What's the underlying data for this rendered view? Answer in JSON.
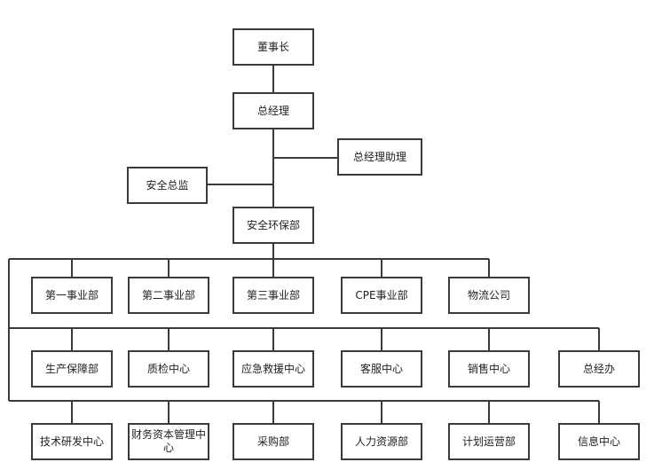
{
  "top": [
    {
      "id": "chairman",
      "label": "董事长"
    },
    {
      "id": "gm",
      "label": "总经理"
    },
    {
      "id": "gm-assistant",
      "label": "总经理助理"
    },
    {
      "id": "safety-director",
      "label": "安全总监"
    },
    {
      "id": "safety-env-dept",
      "label": "安全环保部"
    }
  ],
  "rows": [
    {
      "items": [
        "第一事业部",
        "第二事业部",
        "第三事业部",
        "CPE事业部",
        "物流公司"
      ]
    },
    {
      "items": [
        "生产保障部",
        "质检中心",
        "应急救援中心",
        "客服中心",
        "销售中心",
        "总经办"
      ]
    },
    {
      "items": [
        "技术研发中心",
        "财务资本管理中心",
        "采购部",
        "人力资源部",
        "计划运营部",
        "信息中心"
      ]
    }
  ],
  "colors": {
    "stroke": "#3a3a3a",
    "background": "#ffffff"
  }
}
